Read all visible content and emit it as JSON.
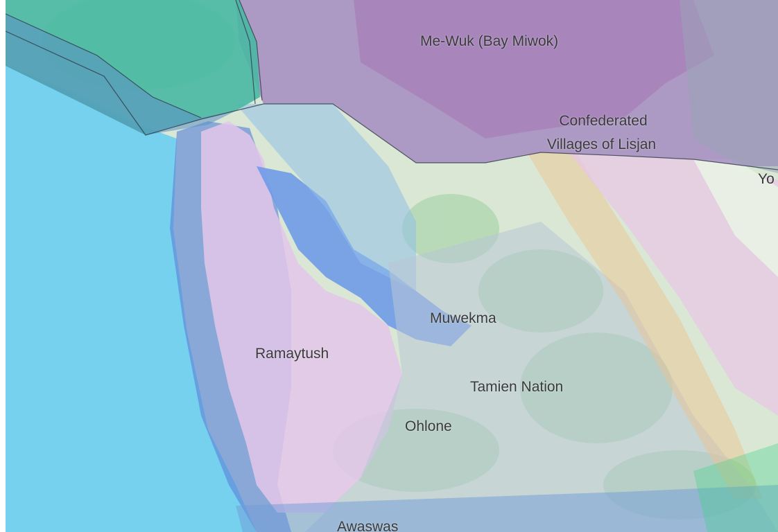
{
  "map": {
    "colors": {
      "ocean": "#76d1ef",
      "land": "#d8e6d2",
      "bay": "#7aa6e6",
      "purple_region": "#9a7fc0",
      "pink_region": "#e3c4e8",
      "teal_region": "#4fb3a6",
      "orange_region": "#f0c28c"
    },
    "labels": {
      "bay_miwok": "Me-Wuk (Bay Miwok)",
      "lisjan_line1": "Confederated",
      "lisjan_line2": "Villages of Lisjan",
      "yo": "Yo",
      "muwekma": "Muwekma",
      "ramaytush": "Ramaytush",
      "tamien": "Tamien Nation",
      "ohlone": "Ohlone",
      "awaswas": "Awaswas"
    }
  }
}
